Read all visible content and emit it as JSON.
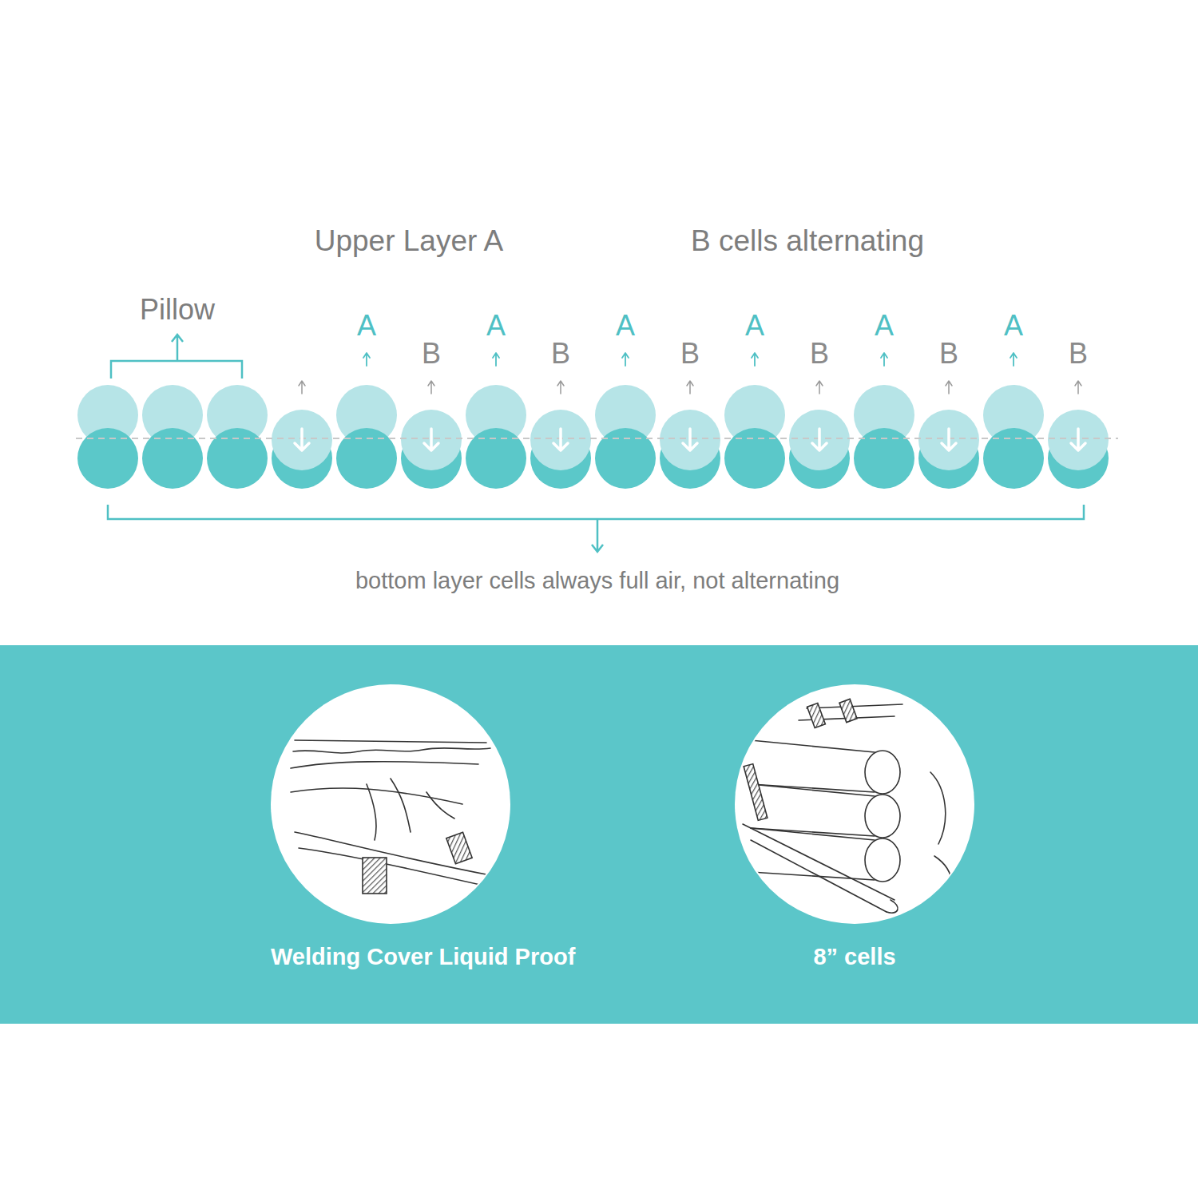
{
  "diagram": {
    "nodes": [
      {
        "text": [
          "Welding Cover Liquid Proof"
        ]
      },
      {
        "text": [
          "8” cells"
        ]
      }
    ],
    "labels": [
      "Upper Layer A",
      "B cells alternating",
      "Pillow",
      "A",
      "B",
      "A",
      "B",
      "A",
      "B",
      "A",
      "B",
      "A",
      "B",
      "A",
      "B",
      "bottom layer cells always full air, not alternating"
    ]
  }
}
